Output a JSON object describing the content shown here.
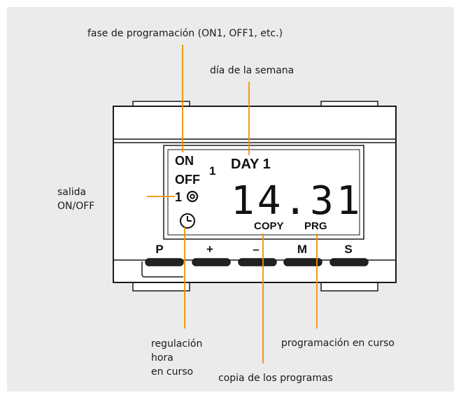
{
  "callouts": {
    "phase": "fase de programación (ON1, OFF1, etc.)",
    "weekday": "día de la semana",
    "output_line1": "salida",
    "output_line2": "ON/OFF",
    "clock_line1": "regulación",
    "clock_line2": "hora",
    "clock_line3": "en curso",
    "programming": "programación en curso",
    "copy": "copia de los programas"
  },
  "lcd": {
    "on": "ON",
    "off": "OFF",
    "phase_number": "1",
    "day_label": "DAY 1",
    "output_number": "1",
    "time": "14.31",
    "copy": "COPY",
    "prg": "PRG"
  },
  "buttons": [
    "P",
    "+",
    "–",
    "M",
    "S"
  ],
  "colors": {
    "background": "#ebebeb",
    "leader_line": "#f39200",
    "outline": "#1a1a1a"
  },
  "icons": {
    "output": "output-indicator-icon",
    "clock": "clock-icon"
  }
}
